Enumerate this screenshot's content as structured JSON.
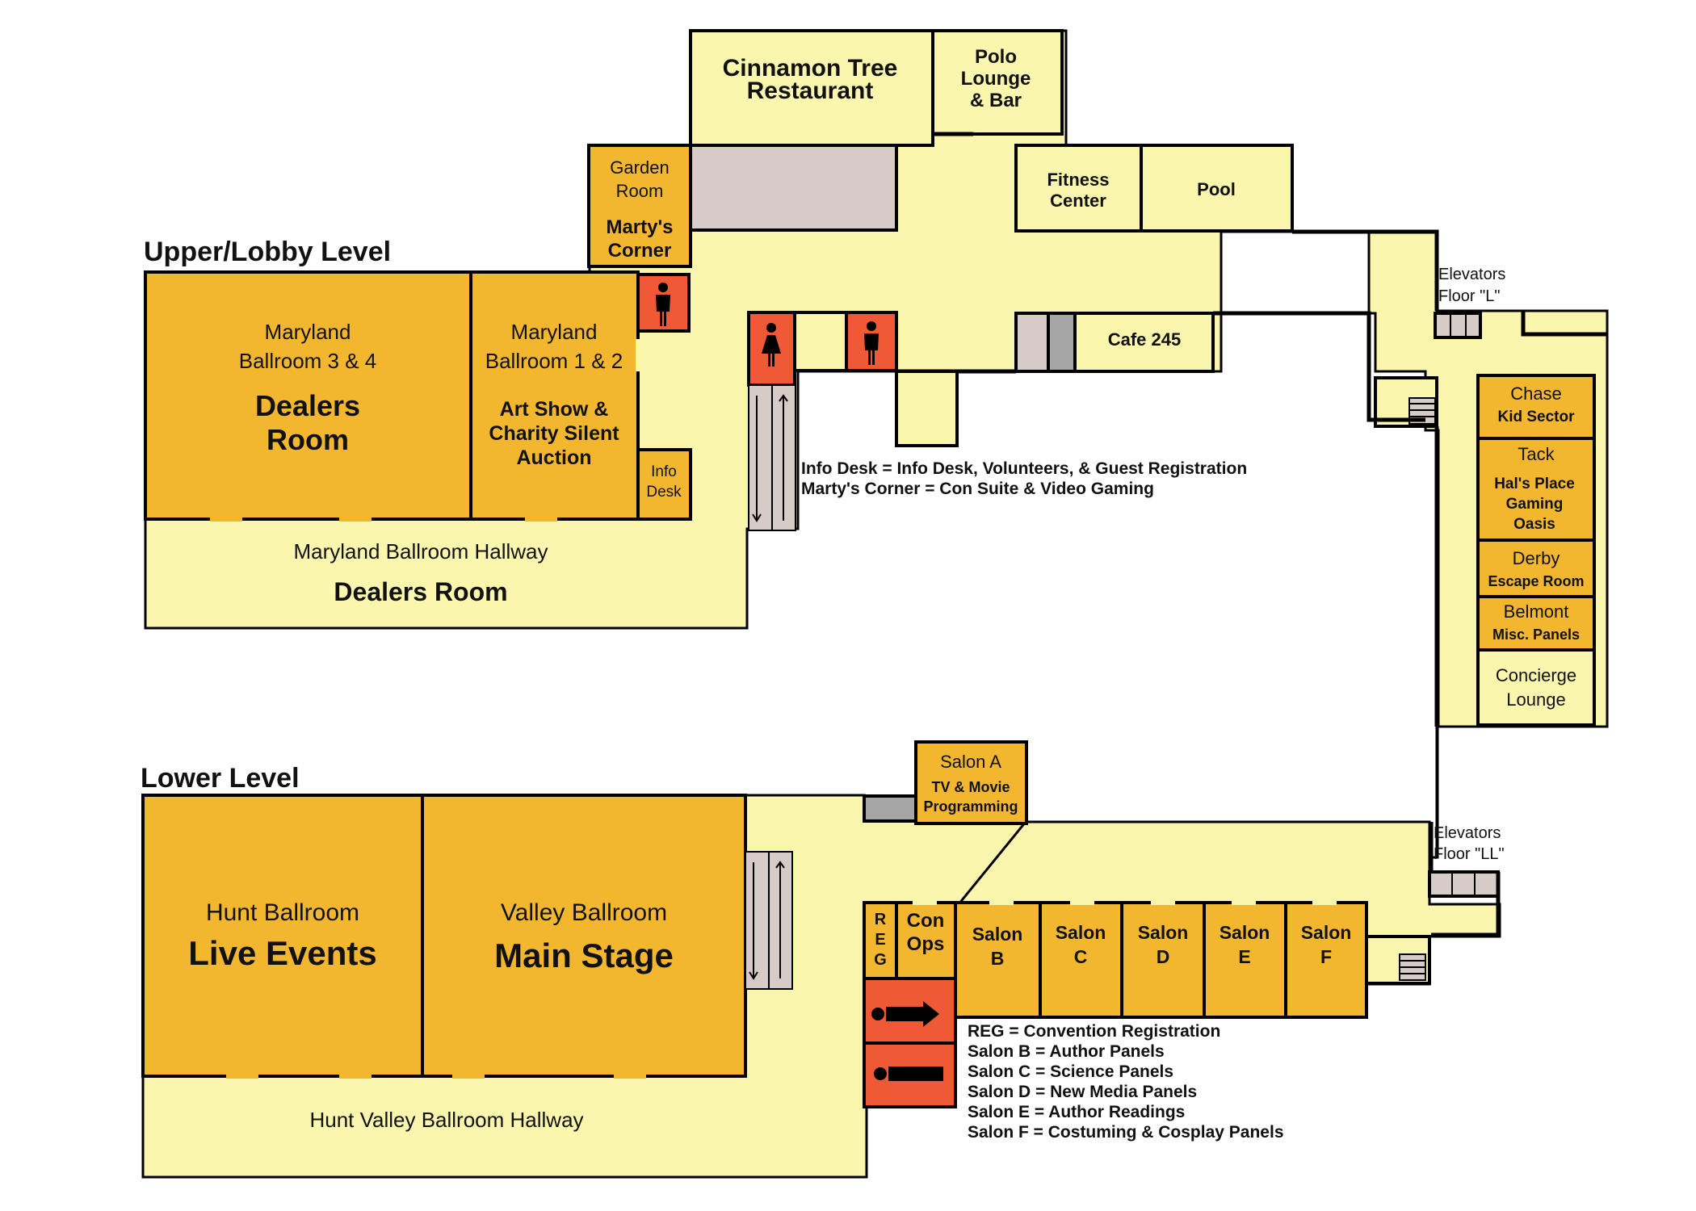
{
  "upper": {
    "title": "Upper/Lobby Level",
    "cinnamon": [
      "Cinnamon Tree",
      "Restaurant"
    ],
    "polo": [
      "Polo",
      "Lounge",
      "& Bar"
    ],
    "garden": [
      "Garden",
      "Room"
    ],
    "martys": [
      "Marty's",
      "Corner"
    ],
    "fitness": [
      "Fitness",
      "Center"
    ],
    "pool": "Pool",
    "elevators": [
      "Elevators",
      "Floor \"L\""
    ],
    "cafe": "Cafe 245",
    "md34": [
      "Maryland",
      "Ballroom 3 & 4"
    ],
    "md34_use": [
      "Dealers",
      "Room"
    ],
    "md12": [
      "Maryland",
      "Ballroom 1 & 2"
    ],
    "md12_use": [
      "Art Show &",
      "Charity Silent",
      "Auction"
    ],
    "info_desk": [
      "Info",
      "Desk"
    ],
    "legend": [
      "Info Desk = Info Desk, Volunteers, & Guest Registration",
      "Marty's Corner = Con Suite & Video Gaming"
    ],
    "hallway": "Maryland Ballroom Hallway",
    "hallway_use": "Dealers Room",
    "chase": "Chase",
    "chase_use": "Kid Sector",
    "tack": "Tack",
    "tack_use": [
      "Hal's Place",
      "Gaming",
      "Oasis"
    ],
    "derby": "Derby",
    "derby_use": "Escape Room",
    "belmont": "Belmont",
    "belmont_use": "Misc. Panels",
    "concierge": [
      "Concierge",
      "Lounge"
    ]
  },
  "lower": {
    "title": "Lower Level",
    "salon_a": "Salon A",
    "salon_a_use": [
      "TV & Movie",
      "Programming"
    ],
    "elevators": [
      "Elevators",
      "Floor \"LL\""
    ],
    "hunt": "Hunt Ballroom",
    "hunt_use": "Live Events",
    "valley": "Valley Ballroom",
    "valley_use": "Main Stage",
    "reg": [
      "R",
      "E",
      "G"
    ],
    "con_ops": [
      "Con",
      "Ops"
    ],
    "salons": [
      [
        "Salon",
        "B"
      ],
      [
        "Salon",
        "C"
      ],
      [
        "Salon",
        "D"
      ],
      [
        "Salon",
        "E"
      ],
      [
        "Salon",
        "F"
      ]
    ],
    "legend": [
      "REG = Convention Registration",
      "Salon B = Author Panels",
      "Salon C = Science Panels",
      "Salon D = New Media Panels",
      "Salon E = Author Readings",
      "Salon F = Costuming & Cosplay Panels"
    ],
    "hallway": "Hunt Valley Ballroom Hallway"
  },
  "colors": {
    "corridor": "#fbf6ad",
    "room": "#f3b72f",
    "restroom": "#ef5935",
    "service": "#d6cbc7",
    "elevator_dark": "#a6a6a6"
  },
  "icons": [
    "male-restroom-icon",
    "female-restroom-icon",
    "accessible-restroom-icon",
    "elevator-icon",
    "stairs-icon",
    "escalator-icon"
  ]
}
